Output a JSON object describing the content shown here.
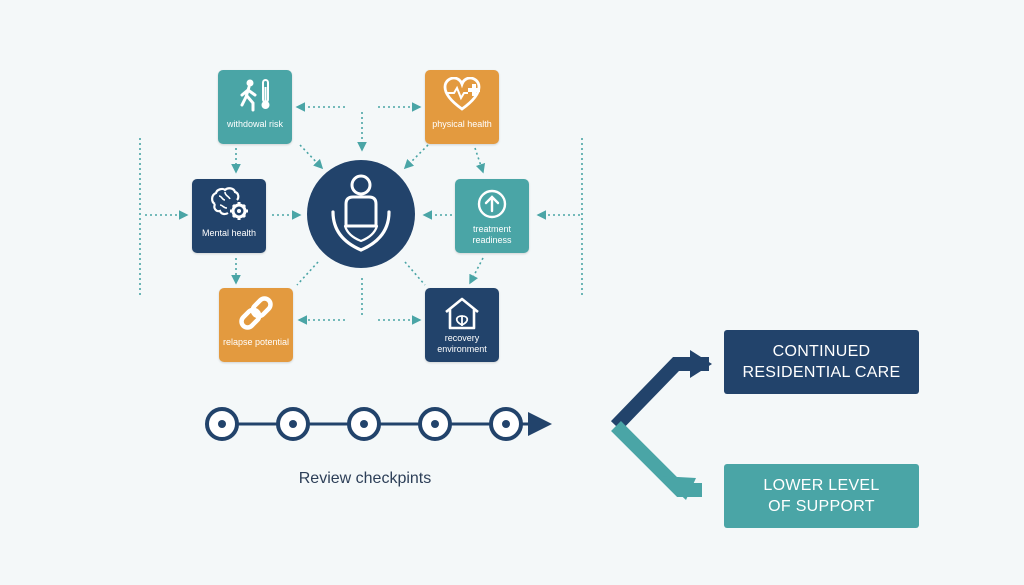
{
  "nodes": {
    "withdrawal": {
      "label": "withdowal risk",
      "icon": "walking-person-thermometer-icon"
    },
    "physical": {
      "label": "physical health",
      "icon": "heart-cross-icon"
    },
    "mental": {
      "label": "Mental health",
      "icon": "brain-gear-icon"
    },
    "treatment": {
      "label_line1": "treatment",
      "label_line2": "readiness",
      "icon": "arrow-up-circle-icon"
    },
    "relapse": {
      "label": "relapse potential",
      "icon": "chain-link-icon"
    },
    "recovery": {
      "label_line1": "recovery",
      "label_line2": "environment",
      "icon": "house-leaf-icon"
    },
    "center": {
      "icon": "person-hands-icon"
    }
  },
  "timeline": {
    "label": "Review checkpints",
    "checkpoint_count": 5
  },
  "outcomes": {
    "continued": {
      "line1": "CONTINUED",
      "line2": "RESIDENTIAL CARE"
    },
    "lower": {
      "line1": "LOWER LEVEL",
      "line2": "OF SUPPORT"
    }
  },
  "colors": {
    "navy": "#22436b",
    "teal": "#4aa5a6",
    "orange": "#e39a3f",
    "background": "#f4f8f9",
    "connector": "#4aa5a6"
  }
}
